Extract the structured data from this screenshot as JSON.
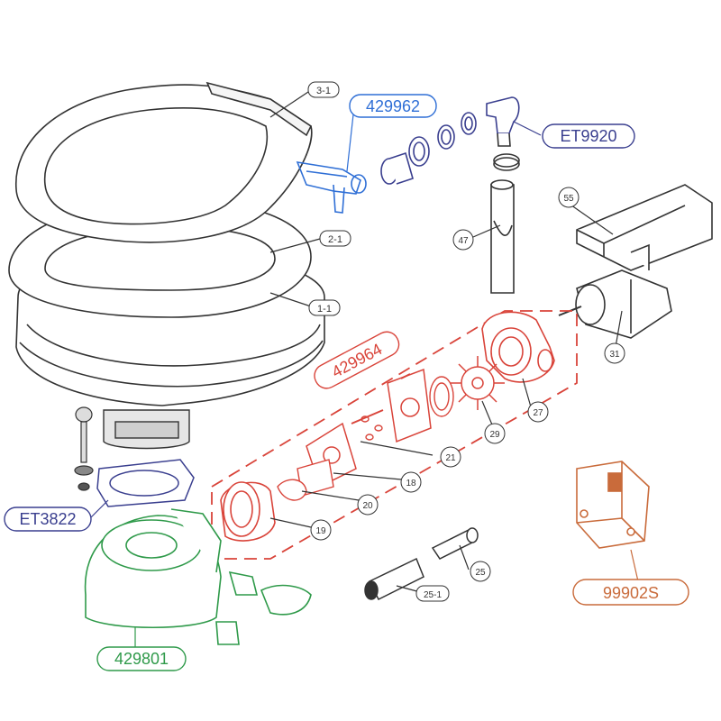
{
  "colors": {
    "outline": "#333333",
    "blue": "#2f6fd6",
    "navy": "#3a3f8f",
    "red": "#d9443a",
    "green": "#2f9a4a",
    "orange": "#c96b3b"
  },
  "callouts": {
    "seat_lid": "3-1",
    "seat_ring": "2-1",
    "bowl": "1-1",
    "hose_47": "47",
    "cover_55": "55",
    "motor_31": "31",
    "pump_housing_27": "27",
    "impeller_29": "29",
    "plate_21": "21",
    "disk_18": "18",
    "valve_20": "20",
    "pump_body_19": "19",
    "fitting_25": "25",
    "fitting_25_1": "25-1"
  },
  "kits": {
    "hinge_kit": "429962",
    "elbow_kit": "ET9920",
    "pump_kit": "429964",
    "mount_kit": "ET3822",
    "base_kit": "429801",
    "switch_kit": "99902S"
  }
}
